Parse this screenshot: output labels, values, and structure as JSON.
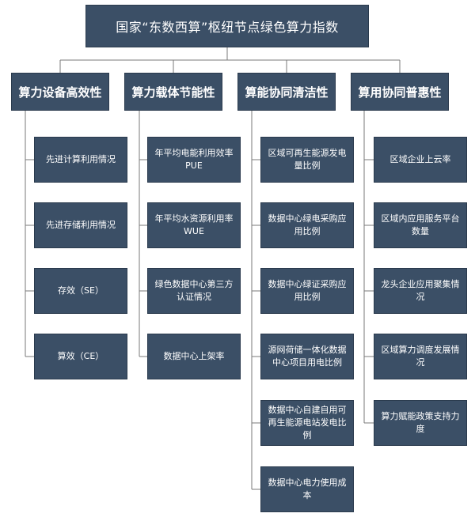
{
  "root": {
    "label": "国家“东数西算”枢纽节点绿色算力指数"
  },
  "columns": [
    {
      "label": "算力设备高效性",
      "items": [
        "先进计算利用情况",
        "先进存储利用情况",
        "存效（SE）",
        "算效（CE）"
      ]
    },
    {
      "label": "算力载体节能性",
      "items": [
        "年平均电能利用效率PUE",
        "年平均水资源利用率WUE",
        "绿色数据中心第三方认证情况",
        "数据中心上架率"
      ]
    },
    {
      "label": "算能协同清洁性",
      "items": [
        "区域可再生能源发电量比例",
        "数据中心绿电采购应用比例",
        "数据中心绿证采购应用比例",
        "源网荷储一体化数据中心项目用电比例",
        "数据中心自建自用可再生能源电站发电比例",
        "数据中心电力使用成本"
      ]
    },
    {
      "label": "算用协同普惠性",
      "items": [
        "区域企业上云率",
        "区域内应用服务平台数量",
        "龙头企业应用聚集情况",
        "区域算力调度发展情况",
        "算力赋能政策支持力度"
      ]
    }
  ],
  "colors": {
    "box": "#3b4f66",
    "line": "#7a7a7a",
    "text": "#ffffff"
  }
}
